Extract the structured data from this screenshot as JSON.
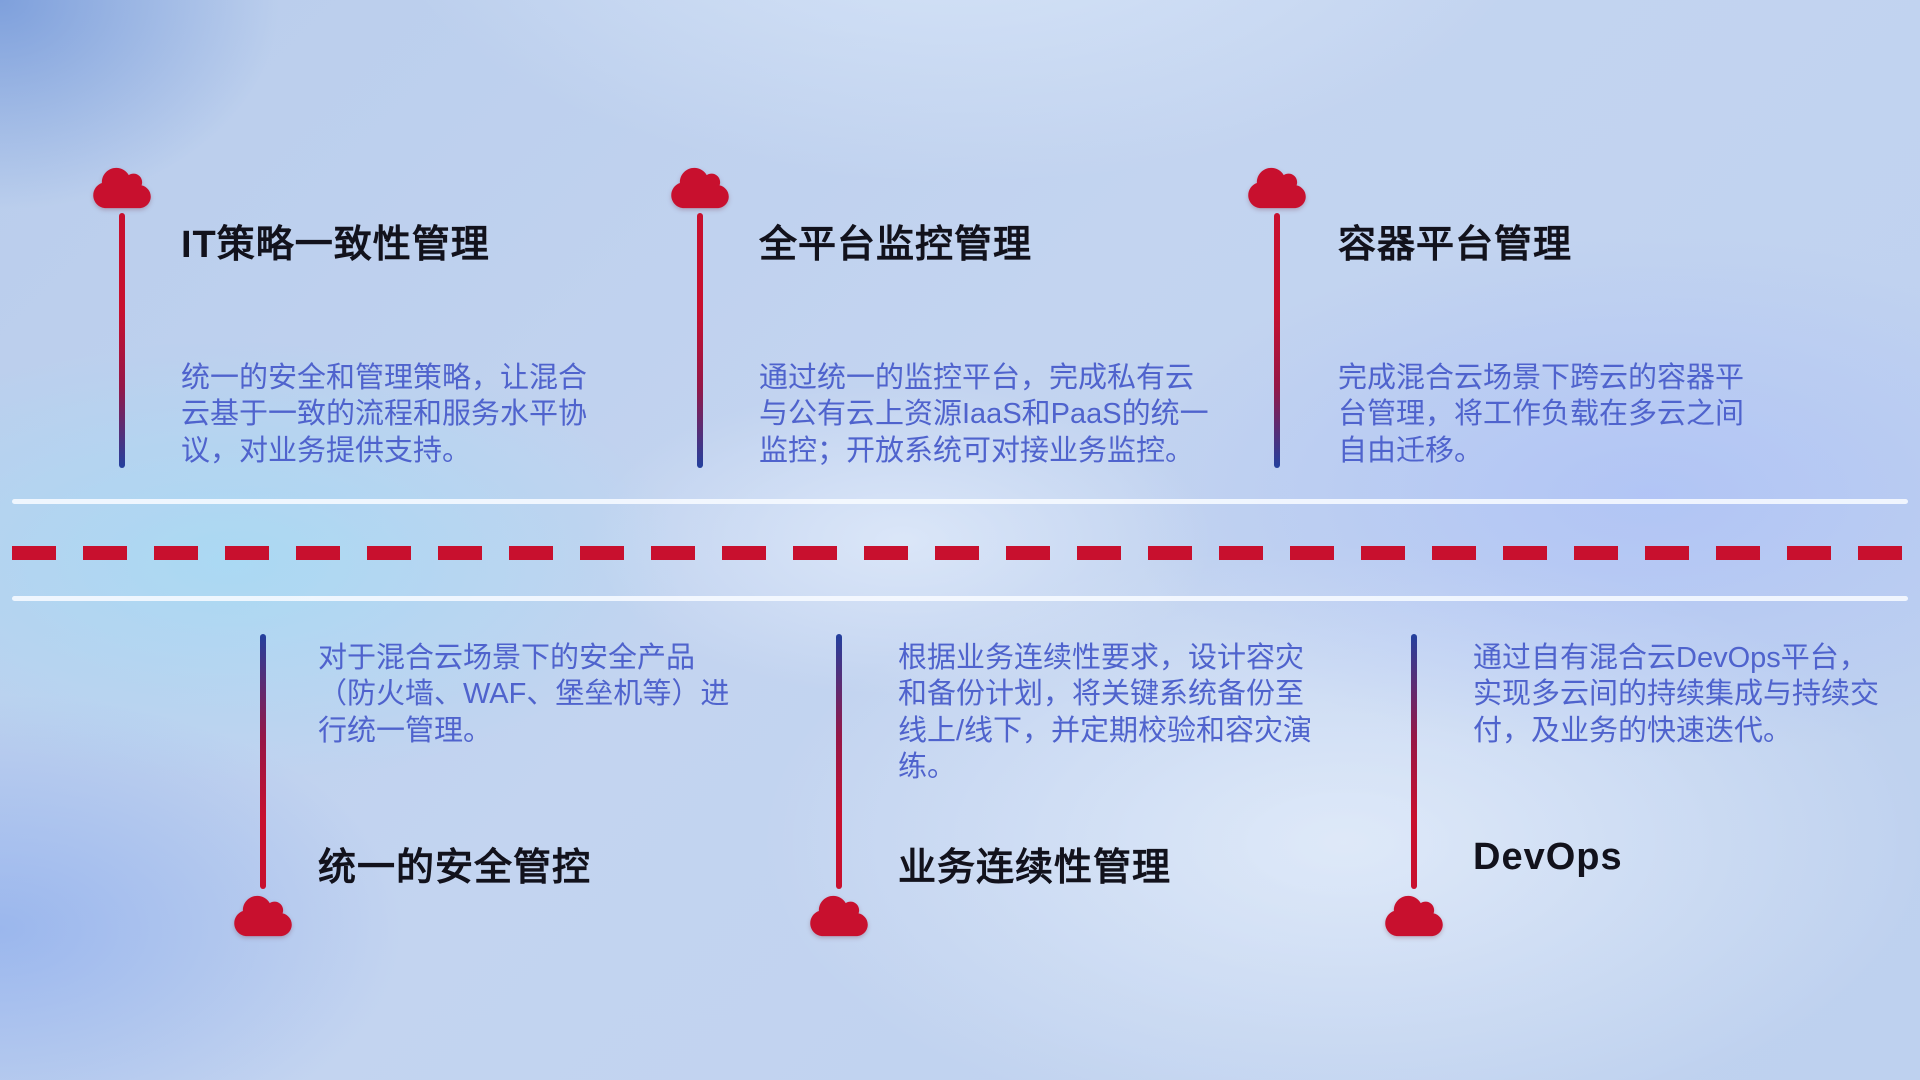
{
  "top_features": [
    {
      "title": "IT策略一致性管理",
      "description": "统一的安全和管理策略，让混合云基于一致的流程和服务水平协议，对业务提供支持。",
      "icon": "cloud-icon"
    },
    {
      "title": "全平台监控管理",
      "description": "通过统一的监控平台，完成私有云与公有云上资源IaaS和PaaS的统一监控；开放系统可对接业务监控。",
      "icon": "cloud-icon"
    },
    {
      "title": "容器平台管理",
      "description": "完成混合云场景下跨云的容器平台管理，将工作负载在多云之间自由迁移。",
      "icon": "cloud-icon"
    }
  ],
  "bottom_features": [
    {
      "title": "统一的安全管控",
      "description": "对于混合云场景下的安全产品（防火墙、WAF、堡垒机等）进行统一管理。",
      "icon": "cloud-icon"
    },
    {
      "title": "业务连续性管理",
      "description": "根据业务连续性要求，设计容灾和备份计划，将关键系统备份至线上/线下，并定期校验和容灾演练。",
      "icon": "cloud-icon"
    },
    {
      "title": "DevOps",
      "description": "通过自有混合云DevOps平台，实现多云间的持续集成与持续交付，及业务的快速迭代。",
      "icon": "cloud-icon"
    }
  ],
  "colors": {
    "accent_red": "#c8102e",
    "accent_blue": "#23409e",
    "title_text": "#12121c",
    "body_text": "#4f63cd",
    "divider_solid": "#f7faff"
  }
}
